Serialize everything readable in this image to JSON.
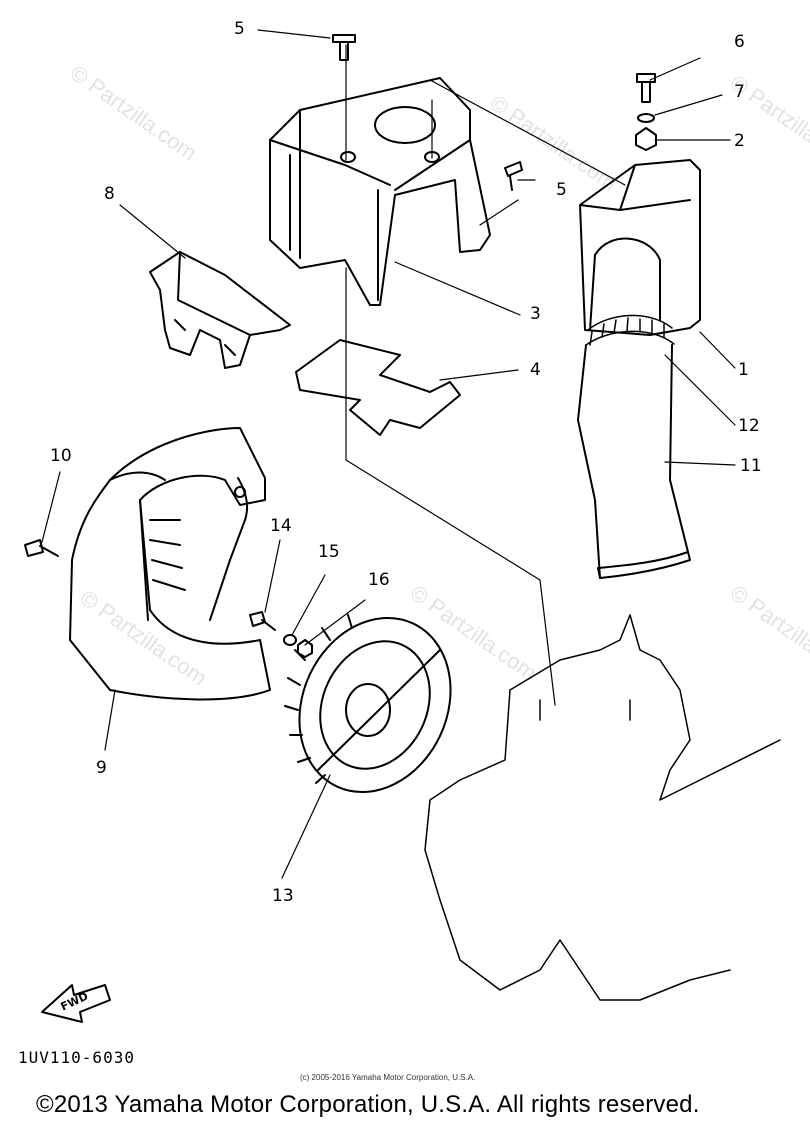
{
  "callouts": [
    "1",
    "2",
    "3",
    "4",
    "5",
    "5",
    "6",
    "7",
    "8",
    "9",
    "10",
    "11",
    "12",
    "13",
    "14",
    "15",
    "16"
  ],
  "fwd_label": "FWD",
  "diagram_code": "1UV110-6030",
  "small_copyright": "(c) 2005-2016 Yamaha Motor Corporation, U.S.A.",
  "copyright": "©2013 Yamaha Motor Corporation, U.S.A. All rights reserved.",
  "watermark": "© Partzilla.com"
}
